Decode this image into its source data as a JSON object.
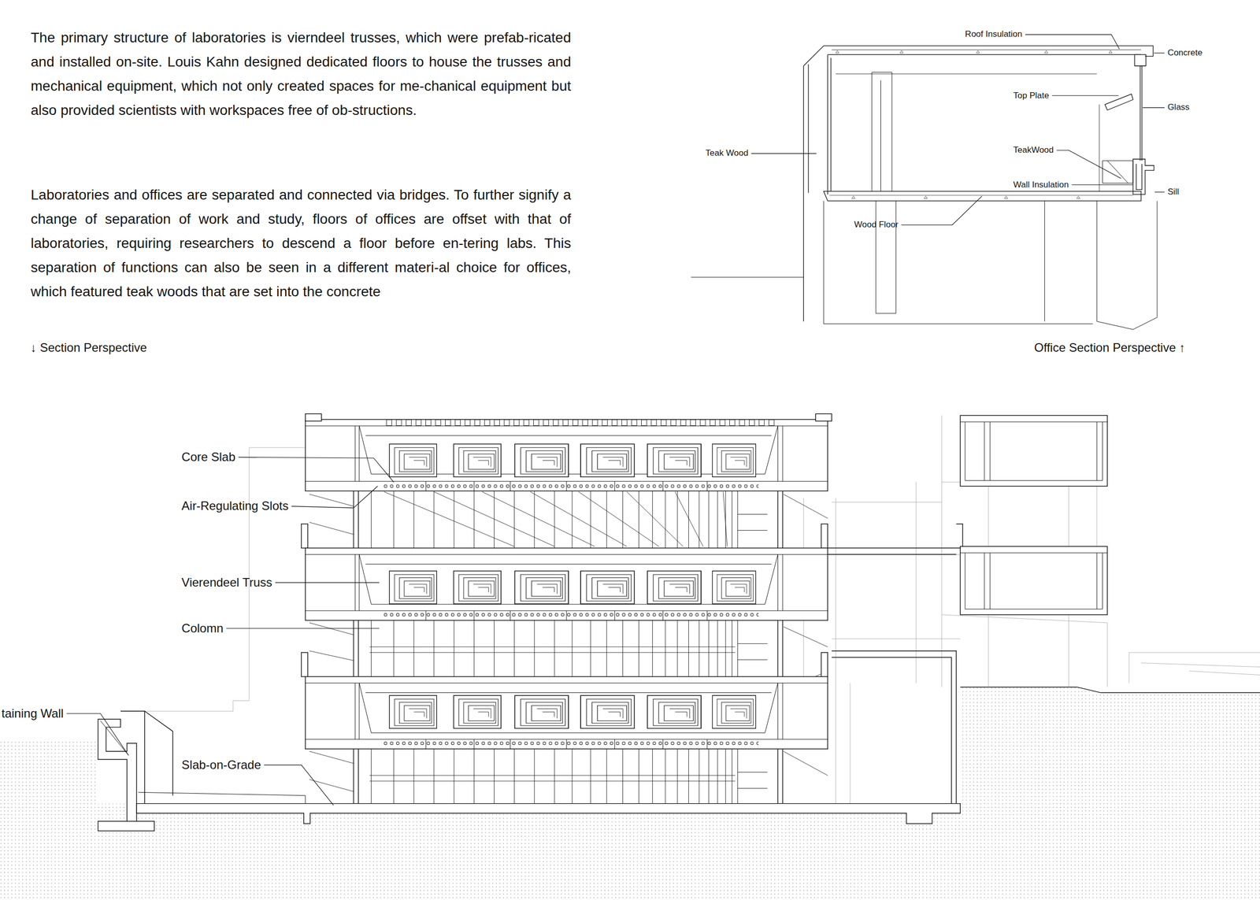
{
  "diagram": {
    "labels": [
      "The primary structure of laboratories is vierndeel trusses, which were prefab-ricated and installed on-site. Louis Kahn designed dedicated floors to house the trusses and mechanical equipment, which not only created spaces for me-chanical equipment but also provided scientists with workspaces free of ob-structions.",
      "Laboratories and offices are separated and connected via bridges. To further signify a change of separation of work and study, floors of offices are offset with that of laboratories, requiring researchers to descend a floor before en-tering labs. This separation of functions can also be seen in a different materi-al choice for offices, which featured teak woods that are set into the concrete",
      "↓ Section Perspective",
      "Office Section Perspective ↑",
      "Roof Insulation",
      "Concrete",
      "Top Plate",
      "Glass",
      "Teak Wood",
      "TeakWood",
      "Wall Insulation",
      "Sill",
      "Wood Floor",
      "Core Slab",
      "Air-Regulating Slots",
      "Vierendeel Truss",
      "Colomn",
      "taining Wall",
      "Slab-on-Grade"
    ]
  }
}
